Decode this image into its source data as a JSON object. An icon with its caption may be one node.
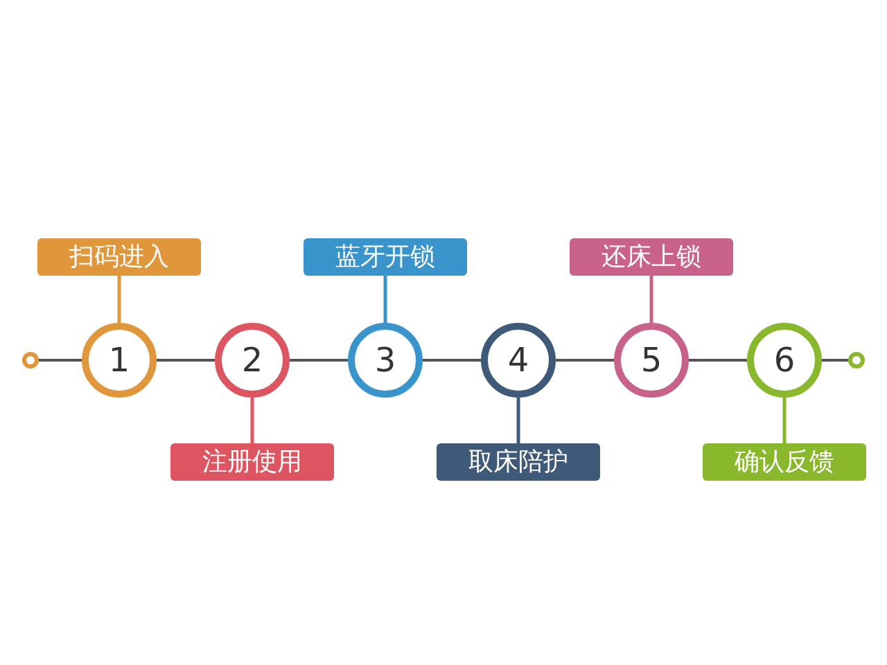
{
  "diagram": {
    "nodes": [
      {
        "text": [],
        "shape": "circle"
      },
      {
        "text": [
          "1"
        ]
      },
      {
        "text": [
          "2"
        ]
      },
      {
        "text": [
          "3"
        ]
      },
      {
        "text": [
          "4"
        ]
      },
      {
        "text": [
          "5"
        ]
      },
      {
        "text": [
          "6"
        ]
      },
      {
        "text": [],
        "shape": "circle"
      },
      {
        "text": [
          "扫码进入"
        ]
      },
      {
        "text": [
          "注册使用"
        ]
      },
      {
        "text": [
          "蓝牙开锁"
        ]
      },
      {
        "text": [
          "取床陪护"
        ]
      },
      {
        "text": [
          "还床上锁"
        ]
      },
      {
        "text": [
          "确认反馈"
        ]
      }
    ],
    "edges": [
      {
        "from": 0,
        "to": 1,
        "arrow": "none"
      },
      {
        "from": 1,
        "to": 2,
        "arrow": "none"
      },
      {
        "from": 2,
        "to": 3,
        "arrow": "none"
      },
      {
        "from": 3,
        "to": 4,
        "arrow": "none"
      },
      {
        "from": 4,
        "to": 5,
        "arrow": "none"
      },
      {
        "from": 5,
        "to": 6,
        "arrow": "none"
      },
      {
        "from": 6,
        "to": 7,
        "arrow": "none"
      },
      {
        "from": 1,
        "to": 8,
        "arrow": "none",
        "color": "#e0963a"
      },
      {
        "from": 2,
        "to": 9,
        "arrow": "none",
        "color": "#dc5560"
      },
      {
        "from": 3,
        "to": 10,
        "arrow": "none",
        "color": "#3a94cc"
      },
      {
        "from": 4,
        "to": 11,
        "arrow": "none",
        "color": "#3f5a78"
      },
      {
        "from": 5,
        "to": 12,
        "arrow": "none",
        "color": "#c8628a"
      },
      {
        "from": 6,
        "to": 13,
        "arrow": "none",
        "color": "#8ab82c"
      }
    ]
  }
}
